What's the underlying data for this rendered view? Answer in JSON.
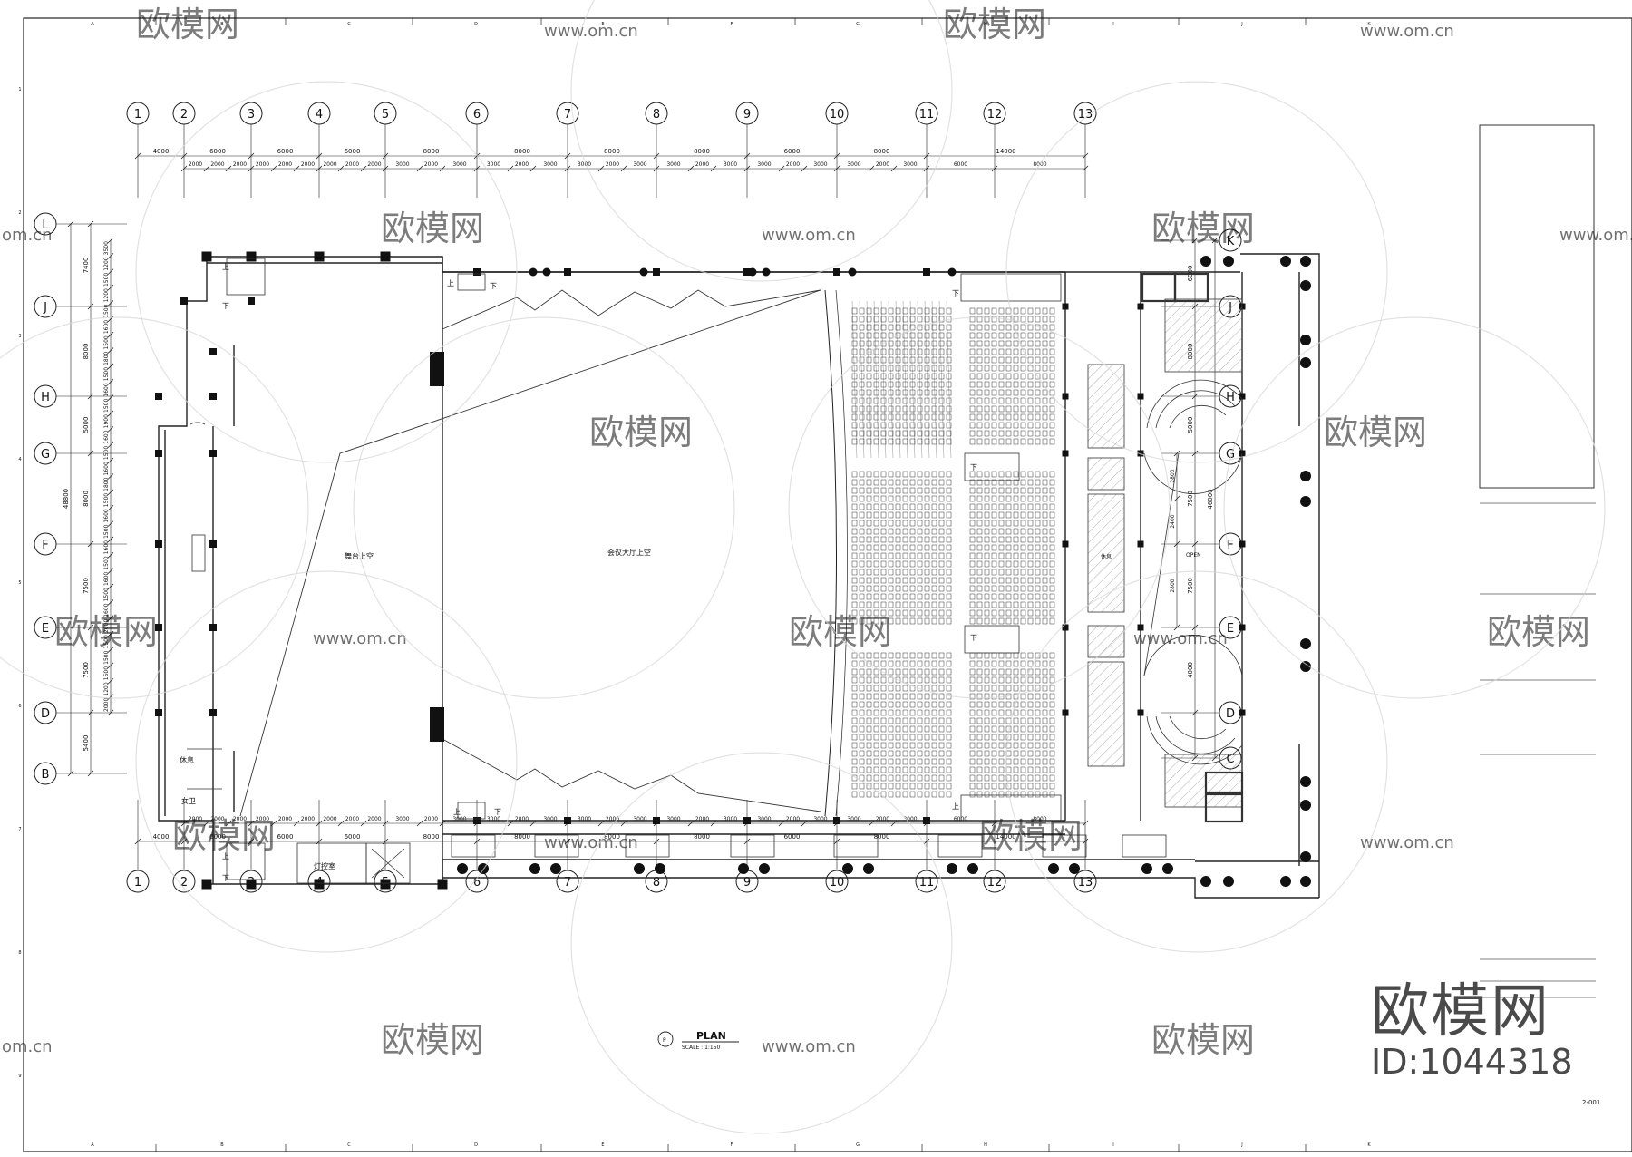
{
  "grid": {
    "columns": [
      "1",
      "2",
      "3",
      "4",
      "5",
      "6",
      "7",
      "8",
      "9",
      "10",
      "11",
      "12",
      "13"
    ],
    "rows_left": [
      "L",
      "J",
      "H",
      "G",
      "F",
      "E",
      "D",
      "B"
    ],
    "rows_right": [
      "K",
      "J",
      "H",
      "G",
      "F",
      "E",
      "D",
      "C"
    ]
  },
  "dims": {
    "top_major": [
      "4000",
      "6000",
      "6000",
      "6000",
      "8000",
      "8000",
      "8000",
      "8000",
      "6000",
      "8000",
      "14000"
    ],
    "top_minor": [
      "2000",
      "2000",
      "2000",
      "2000",
      "2000",
      "2000",
      "2000",
      "2000",
      "2000",
      "3000",
      "2000",
      "3000",
      "3000",
      "2000",
      "3000",
      "3000",
      "2000",
      "3000",
      "3000",
      "2000",
      "3000",
      "3000",
      "2000",
      "3000",
      "3000",
      "2000",
      "3000",
      "6000",
      "8000"
    ],
    "left_outer": [
      "48800"
    ],
    "left_major": [
      "7400",
      "8000",
      "5000",
      "8000",
      "7500",
      "7500",
      "5400"
    ],
    "left_minor": [
      "3500",
      "1200",
      "1500",
      "1200",
      "1500",
      "1600",
      "1500",
      "1800",
      "1500",
      "1600",
      "1500",
      "1900",
      "1600",
      "1500",
      "1600",
      "1800",
      "1500",
      "1600",
      "1500",
      "1600",
      "1500",
      "1600",
      "1500",
      "1600",
      "2000",
      "1500",
      "1500",
      "1500",
      "1200",
      "2000"
    ],
    "right_outer": [
      "46000"
    ],
    "right_major": [
      "6000",
      "8000",
      "5000",
      "7500",
      "7500",
      "4000"
    ],
    "right_minor": [
      "2800",
      "2400",
      "2800"
    ]
  },
  "rooms": {
    "stage_void": "舞台上空",
    "hall_void": "会议大厅上空",
    "lounge": "休息",
    "women_wc": "女卫",
    "light_control": "灯控室",
    "open": "OPEN",
    "up": "上",
    "down": "下"
  },
  "title_block": {
    "title": "PLAN",
    "scale": "SCALE : 1:150",
    "sheet_no": "2-001",
    "symbol": "P"
  },
  "border": {
    "top_letters": [
      "A",
      "B",
      "C",
      "D",
      "E",
      "F",
      "G",
      "H",
      "I",
      "J",
      "K"
    ],
    "side_numbers": [
      "1",
      "2",
      "3",
      "4",
      "5",
      "6",
      "7",
      "8",
      "9"
    ]
  },
  "watermark": {
    "brand": "欧模网",
    "url": "www.om.cn",
    "url_short": "om.cn",
    "id": "ID:1044318"
  }
}
